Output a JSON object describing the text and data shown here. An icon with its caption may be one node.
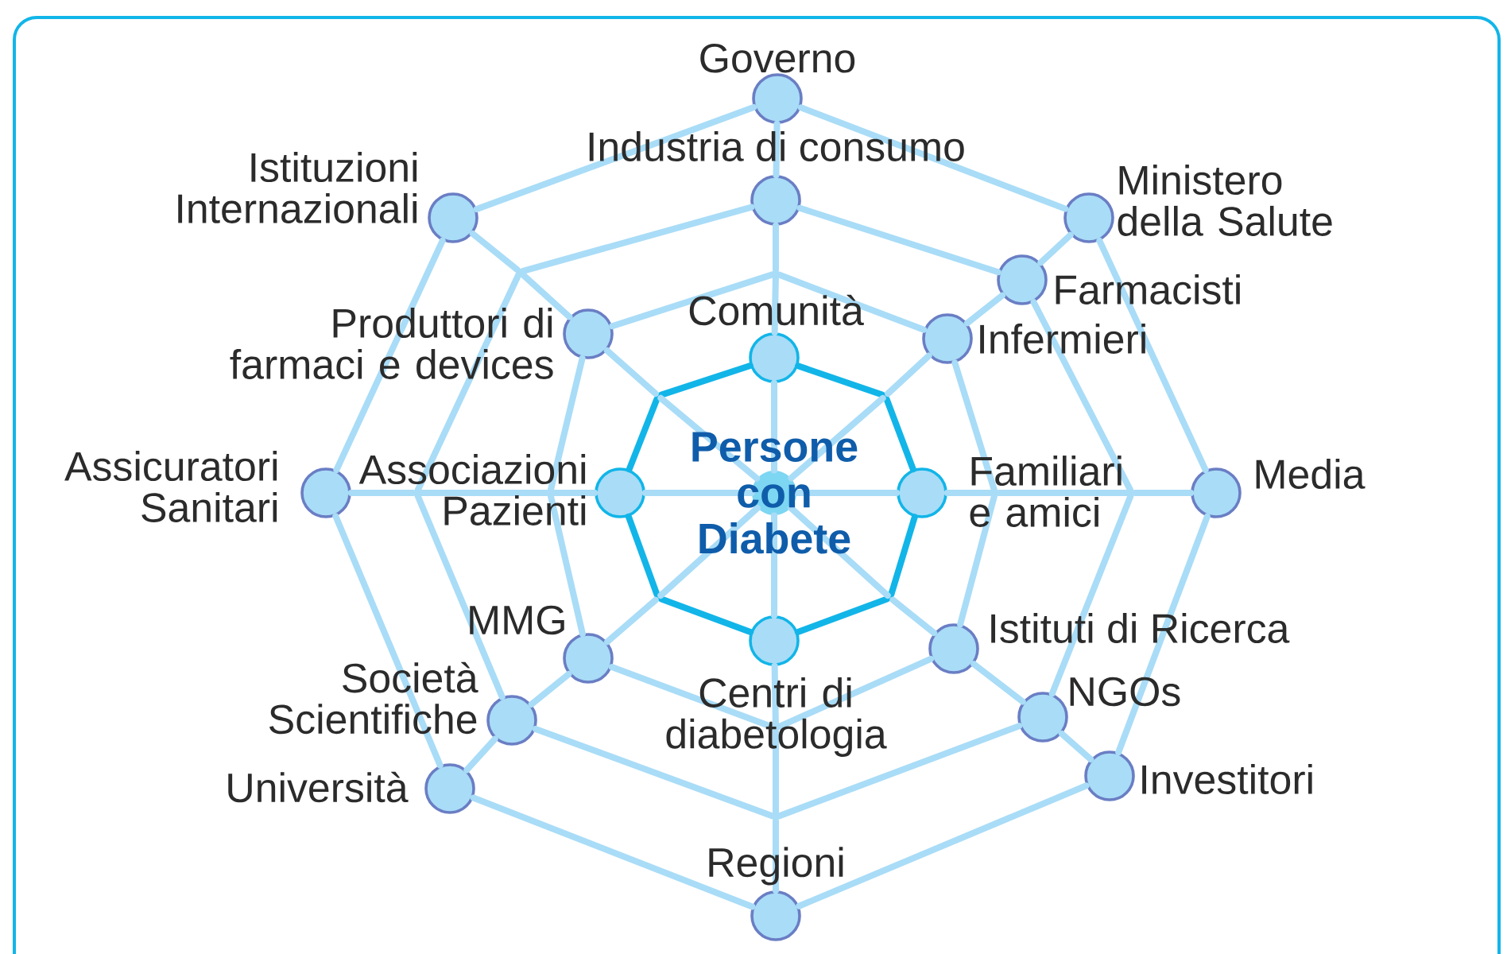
{
  "diagram": {
    "nodes": [
      {
        "text": [
          "Persone con Diabete"
        ]
      },
      {
        "text": [
          "Governo"
        ]
      },
      {
        "text": [
          "Industria di consumo"
        ]
      },
      {
        "text": [
          "Istituzioni Internazionali"
        ]
      },
      {
        "text": [
          "Ministero della Salute"
        ]
      },
      {
        "text": [
          "Farmacisti"
        ]
      },
      {
        "text": [
          "Produttori di farmaci e devices"
        ]
      },
      {
        "text": [
          "Comunità"
        ]
      },
      {
        "text": [
          "Infermieri"
        ]
      },
      {
        "text": [
          "Assicuratori Sanitari"
        ]
      },
      {
        "text": [
          "Associazioni Pazienti"
        ]
      },
      {
        "text": [
          "Familiari e amici"
        ]
      },
      {
        "text": [
          "Media"
        ]
      },
      {
        "text": [
          "MMG"
        ]
      },
      {
        "text": [
          "Istituti di Ricerca"
        ]
      },
      {
        "text": [
          "Società Scientifiche"
        ]
      },
      {
        "text": [
          "Centri di diabetologia"
        ]
      },
      {
        "text": [
          "NGOs"
        ]
      },
      {
        "text": [
          "Università"
        ]
      },
      {
        "text": [
          "Investitori"
        ]
      },
      {
        "text": [
          "Regioni"
        ]
      },
      {
        "text": [],
        "shape": "point"
      },
      {
        "text": [],
        "shape": "point"
      },
      {
        "text": [],
        "shape": "point"
      },
      {
        "text": [],
        "shape": "point"
      },
      {
        "text": [],
        "shape": "point"
      },
      {
        "text": [],
        "shape": "point"
      },
      {
        "text": [],
        "shape": "point"
      },
      {
        "text": [],
        "shape": "point"
      },
      {
        "text": [],
        "shape": "point"
      },
      {
        "text": [],
        "shape": "point"
      },
      {
        "text": [],
        "shape": "point"
      },
      {
        "text": [],
        "shape": "point"
      }
    ],
    "edges": [
      {
        "from": 7,
        "to": 24,
        "arrow": "none",
        "color": "#12b5e8"
      },
      {
        "from": 24,
        "to": 11,
        "arrow": "none",
        "color": "#12b5e8"
      },
      {
        "from": 11,
        "to": 30,
        "arrow": "none",
        "color": "#12b5e8"
      },
      {
        "from": 30,
        "to": 16,
        "arrow": "none",
        "color": "#12b5e8"
      },
      {
        "from": 16,
        "to": 29,
        "arrow": "none",
        "color": "#12b5e8"
      },
      {
        "from": 29,
        "to": 10,
        "arrow": "none",
        "color": "#12b5e8"
      },
      {
        "from": 10,
        "to": 23,
        "arrow": "none",
        "color": "#12b5e8"
      },
      {
        "from": 23,
        "to": 7,
        "arrow": "none",
        "color": "#12b5e8"
      },
      {
        "from": 22,
        "to": 8,
        "arrow": "none"
      },
      {
        "from": 8,
        "to": 27,
        "arrow": "none"
      },
      {
        "from": 27,
        "to": 14,
        "arrow": "none"
      },
      {
        "from": 14,
        "to": 31,
        "arrow": "none"
      },
      {
        "from": 31,
        "to": 13,
        "arrow": "none"
      },
      {
        "from": 13,
        "to": 26,
        "arrow": "none"
      },
      {
        "from": 26,
        "to": 6,
        "arrow": "none"
      },
      {
        "from": 6,
        "to": 22,
        "arrow": "none"
      },
      {
        "from": 2,
        "to": 5,
        "arrow": "none"
      },
      {
        "from": 5,
        "to": 28,
        "arrow": "none"
      },
      {
        "from": 28,
        "to": 17,
        "arrow": "none"
      },
      {
        "from": 17,
        "to": 32,
        "arrow": "none"
      },
      {
        "from": 32,
        "to": 15,
        "arrow": "none"
      },
      {
        "from": 15,
        "to": 25,
        "arrow": "none"
      },
      {
        "from": 25,
        "to": 21,
        "arrow": "none"
      },
      {
        "from": 21,
        "to": 2,
        "arrow": "none"
      },
      {
        "from": 1,
        "to": 4,
        "arrow": "none"
      },
      {
        "from": 4,
        "to": 12,
        "arrow": "none"
      },
      {
        "from": 12,
        "to": 19,
        "arrow": "none"
      },
      {
        "from": 19,
        "to": 20,
        "arrow": "none"
      },
      {
        "from": 20,
        "to": 18,
        "arrow": "none"
      },
      {
        "from": 18,
        "to": 9,
        "arrow": "none"
      },
      {
        "from": 9,
        "to": 3,
        "arrow": "none"
      },
      {
        "from": 3,
        "to": 1,
        "arrow": "none"
      },
      {
        "from": 0,
        "to": 7,
        "arrow": "none"
      },
      {
        "from": 7,
        "to": 22,
        "arrow": "none"
      },
      {
        "from": 22,
        "to": 2,
        "arrow": "none"
      },
      {
        "from": 2,
        "to": 1,
        "arrow": "none"
      },
      {
        "from": 0,
        "to": 24,
        "arrow": "none"
      },
      {
        "from": 24,
        "to": 8,
        "arrow": "none"
      },
      {
        "from": 8,
        "to": 5,
        "arrow": "none"
      },
      {
        "from": 5,
        "to": 4,
        "arrow": "none"
      },
      {
        "from": 0,
        "to": 11,
        "arrow": "none"
      },
      {
        "from": 11,
        "to": 27,
        "arrow": "none"
      },
      {
        "from": 27,
        "to": 28,
        "arrow": "none"
      },
      {
        "from": 28,
        "to": 12,
        "arrow": "none"
      },
      {
        "from": 0,
        "to": 30,
        "arrow": "none"
      },
      {
        "from": 30,
        "to": 14,
        "arrow": "none"
      },
      {
        "from": 14,
        "to": 17,
        "arrow": "none"
      },
      {
        "from": 17,
        "to": 19,
        "arrow": "none"
      },
      {
        "from": 0,
        "to": 16,
        "arrow": "none"
      },
      {
        "from": 16,
        "to": 31,
        "arrow": "none"
      },
      {
        "from": 31,
        "to": 32,
        "arrow": "none"
      },
      {
        "from": 32,
        "to": 20,
        "arrow": "none"
      },
      {
        "from": 0,
        "to": 29,
        "arrow": "none"
      },
      {
        "from": 29,
        "to": 13,
        "arrow": "none"
      },
      {
        "from": 13,
        "to": 15,
        "arrow": "none"
      },
      {
        "from": 15,
        "to": 18,
        "arrow": "none"
      },
      {
        "from": 0,
        "to": 10,
        "arrow": "none"
      },
      {
        "from": 10,
        "to": 26,
        "arrow": "none"
      },
      {
        "from": 26,
        "to": 25,
        "arrow": "none"
      },
      {
        "from": 25,
        "to": 9,
        "arrow": "none"
      },
      {
        "from": 0,
        "to": 23,
        "arrow": "none"
      },
      {
        "from": 23,
        "to": 6,
        "arrow": "none"
      },
      {
        "from": 6,
        "to": 21,
        "arrow": "none"
      },
      {
        "from": 21,
        "to": 3,
        "arrow": "none"
      }
    ]
  }
}
